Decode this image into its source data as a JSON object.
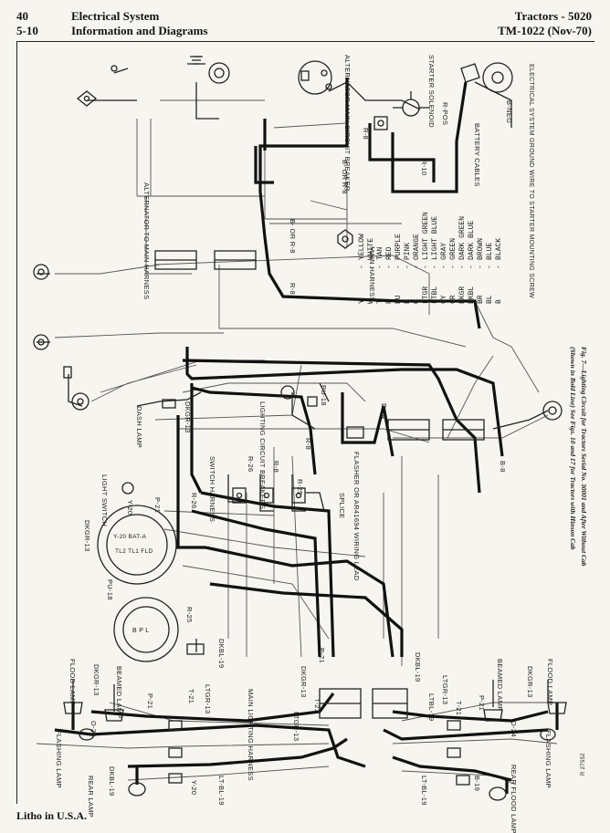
{
  "header": {
    "page_number": "40",
    "section": "5-10",
    "title_line1": "Electrical System",
    "title_line2": "Information and Diagrams",
    "right_line1": "Tractors - 5020",
    "right_line2": "TM-1022  (Nov-70)"
  },
  "footer": {
    "text": "Litho in U.S.A."
  },
  "figure": {
    "caption_line1": "Fig. 7—Lighting Circuit for Tractors Serial No. 30001 and After Without Cab",
    "caption_line2": "(Shown in Bold Line) See Figs. 10 and 17 for Tractors with Hinson Cab",
    "figure_code": "R 27552"
  },
  "legend": [
    {
      "code": "B",
      "name": "BLACK"
    },
    {
      "code": "BL",
      "name": "BLUE"
    },
    {
      "code": "BR",
      "name": "BROWN"
    },
    {
      "code": "DKBL",
      "name": "DARK BLUE"
    },
    {
      "code": "DKGR",
      "name": "DARK GREEN"
    },
    {
      "code": "GR",
      "name": "GREEN"
    },
    {
      "code": "GY",
      "name": "GRAY"
    },
    {
      "code": "LTBL",
      "name": "LIGHT BLUE"
    },
    {
      "code": "LTGR",
      "name": "LIGHT GREEN"
    },
    {
      "code": "O",
      "name": "ORANGE"
    },
    {
      "code": "P",
      "name": "PINK"
    },
    {
      "code": "PU",
      "name": "PURPLE"
    },
    {
      "code": "R",
      "name": "RED"
    },
    {
      "code": "T",
      "name": "TAN"
    },
    {
      "code": "W",
      "name": "WHITE"
    },
    {
      "code": "Y",
      "name": "YELLOW"
    }
  ],
  "labels": {
    "alternator_main_cb": "ALTERNATOR MAIN CIRCUIT BREAKER",
    "starter_solenoid": "STARTER SOLENOID",
    "ground_wire": "ELECTRICAL SYSTEM GROUND WIRE TO STARTER MOUNTING SCREW",
    "battery_cables": "BATTERY CABLES",
    "r_pos": "R-POS",
    "b_neg": "B-NEG",
    "r8_top": "R-8",
    "b_or_r8_top": "B- OR R-8",
    "r10": "R-10",
    "alt_harness": "ALTERNATOR TO MAIN HARNESS",
    "b_or_r8_mid": "B- OR R-8",
    "r8_mid": "R-8",
    "main_harness": "MAIN HARNESS",
    "dash_lamp": "DASH LAMP",
    "dkgr13_dash": "DKGR-13",
    "lighting_cb": "LIGHTING CIRCUIT BREAKERS",
    "pu18_top": "PU-18",
    "d24_top": "D-24",
    "flasher": "FLASHER OR AR41694 WIRING LEAD",
    "b8_right": "B-8",
    "r8_cb": "R-8",
    "r26_cb": "R-26",
    "r8_cb2": "R-8",
    "r25_cb": "R-25",
    "splice": "SPLICE",
    "switch_harness": "SWITCH HARNESS",
    "light_switch": "LIGHT SWITCH",
    "y20_sw": "Y-20",
    "p21_sw": "P-21",
    "r26_sw": "R-26",
    "dkgr13_sw": "DKGR-13",
    "pu18_sw": "PU-18",
    "r25_sw": "R-25",
    "dkbl19_sw": "DKBL-19",
    "main_lighting_harness": "MAIN LIGHTING HARNESS",
    "dkgr13_c": "DKGR-13",
    "p21_c": "P-21",
    "dkbl19_c": "DKBL-19",
    "ltgr13_c": "LTGR-13",
    "t21_c": "T-21",
    "ltbl19_c": "LTBL-19",
    "ltgr13_r": "LTGR-13",
    "t21_r": "T-21",
    "flood_lamp_l": "FLOOD LAMP",
    "dkgr13_l": "DKGR-13",
    "beamed_lamp_l": "BEAMED LAMP",
    "p21_l": "P-21",
    "t21_l": "T-21",
    "ltgr13_l": "LTGR-13",
    "flashing_lamp_l": "FLASHING LAMP",
    "o24_l": "O-24",
    "rear_lamp_l": "REAR LAMP",
    "dkbl19_l": "DKBL-19",
    "y20_l": "Y-20",
    "lt_bl19_l": "LT-BL-19",
    "lt_bl19_c": "LT-BL-19",
    "b19_r": "B-19",
    "rear_flood_lamp_r": "REAR FLOOD LAMP",
    "beamed_lamp_r": "BEAMED LAMP",
    "dkgr13_r": "DKGR-13",
    "flood_lamp_r": "FLOOD LAMP",
    "p21_r": "P-21",
    "flashing_lamp_r": "FLASHING LAMP",
    "o24_r": "O-24",
    "switch_terms_a": "Y-20 BAT-A",
    "switch_terms_b": "TL2 TL1 FLD",
    "sw2_terms": "B P L"
  }
}
